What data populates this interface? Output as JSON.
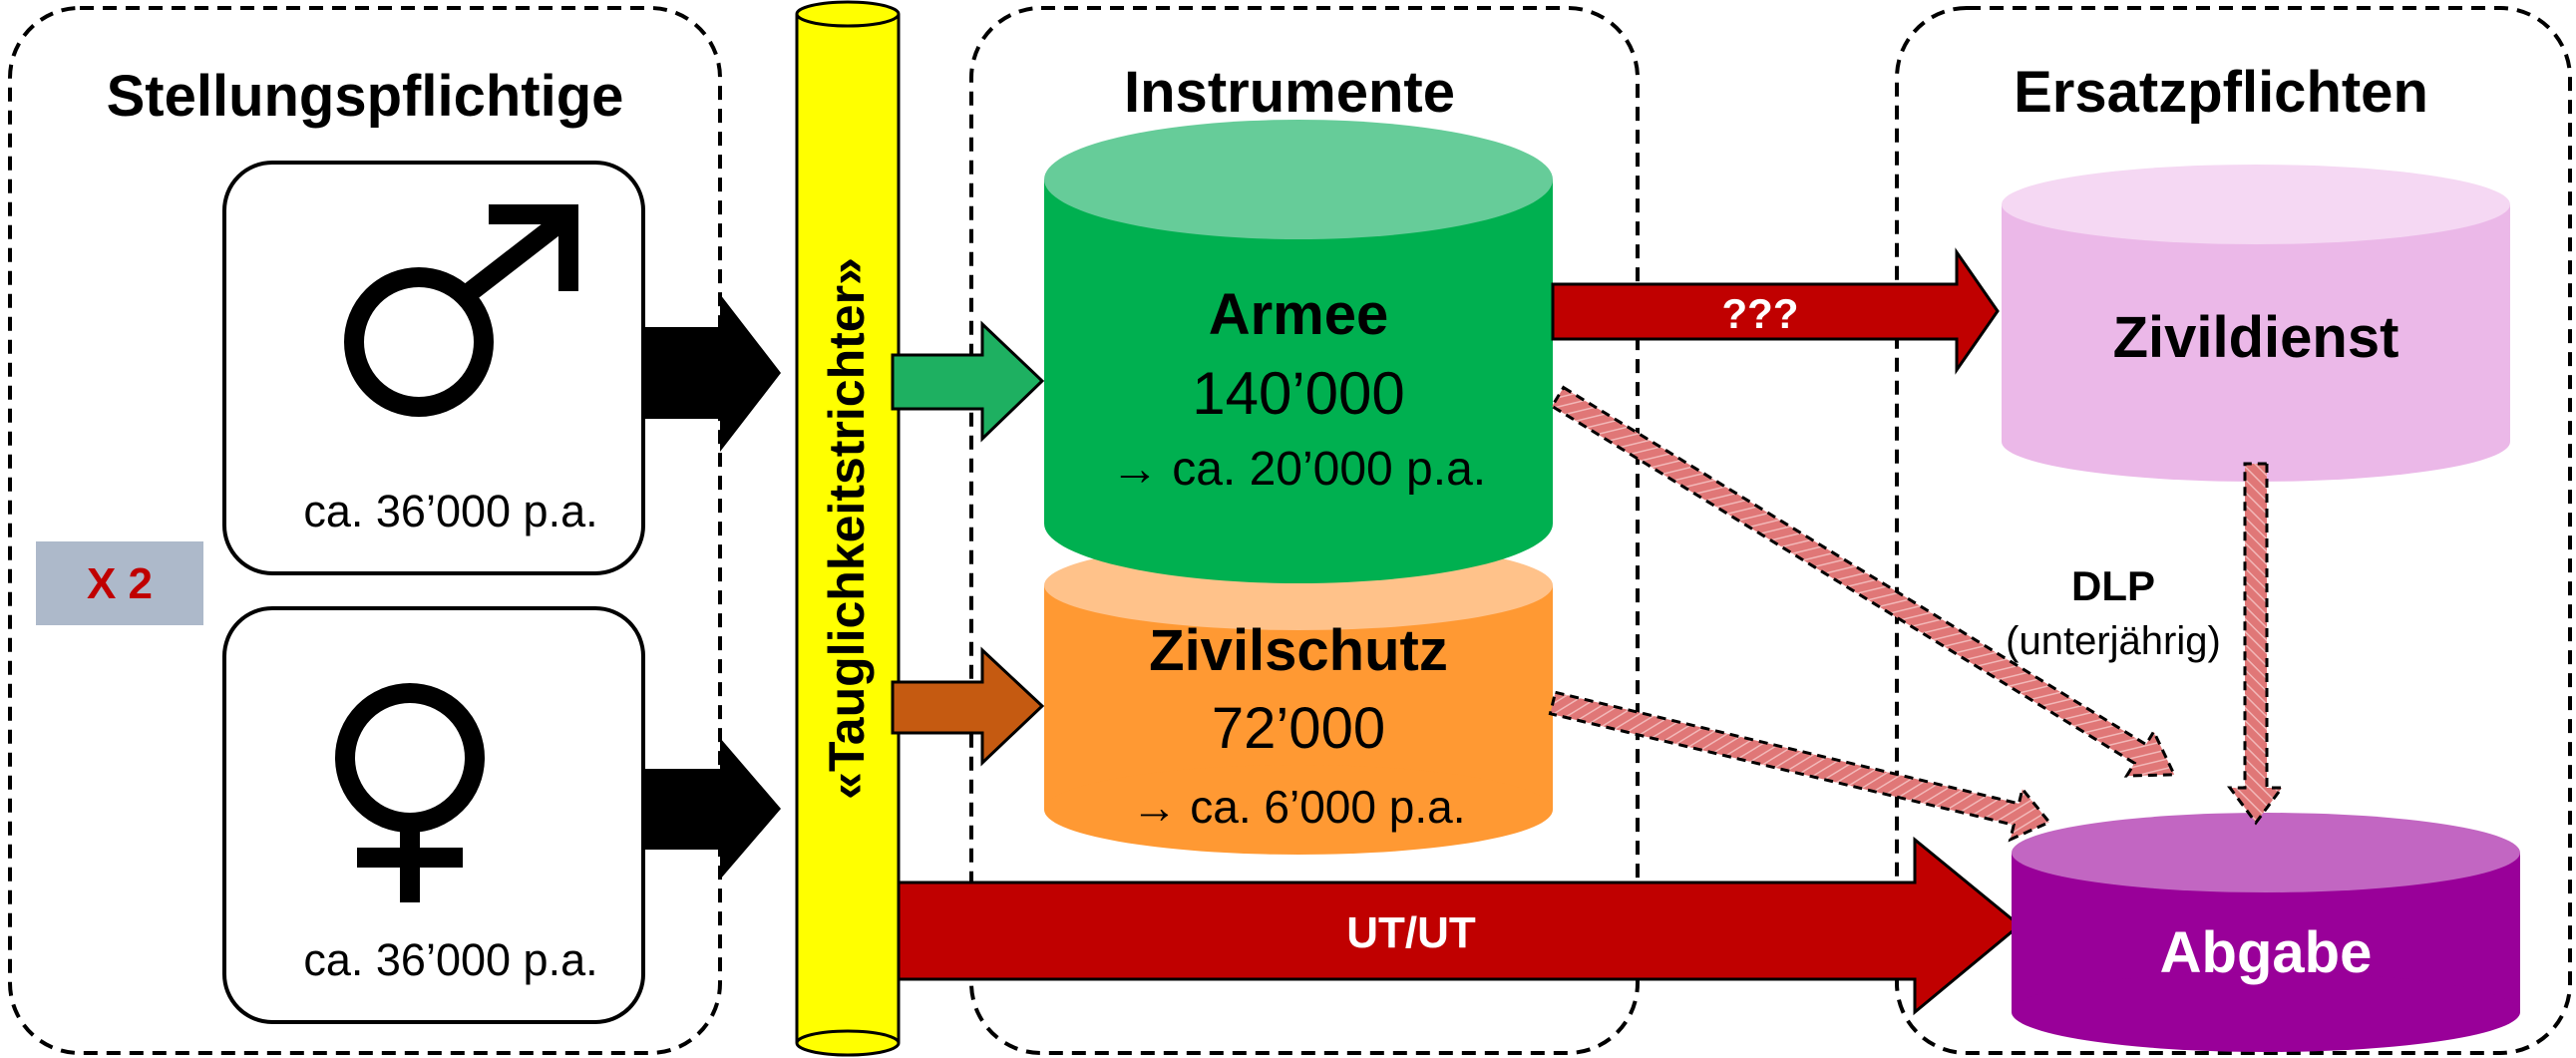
{
  "sections": {
    "left_title": "Stellungspflichtige",
    "middle_title": "Instrumente",
    "right_title": "Ersatzpflichten"
  },
  "persons": {
    "male_count": "ca. 36’000 p.a.",
    "female_count": "ca. 36’000 p.a.",
    "multiplier": "X 2"
  },
  "funnel": {
    "label": "«Tauglichkeitstrichter»"
  },
  "armee": {
    "name": "Armee",
    "total": "140’000",
    "per_year": "→ ca. 20’000 p.a."
  },
  "zivilschutz": {
    "name": "Zivilschutz",
    "total": "72’000",
    "per_year": "→ ca. 6’000 p.a."
  },
  "zivildienst": {
    "name": "Zivildienst"
  },
  "abgabe": {
    "name": "Abgabe"
  },
  "arrows": {
    "armee_to_zivildienst": "???",
    "funnel_to_abgabe": "UT/UT"
  },
  "dlp": {
    "label": "DLP",
    "note": "(unterjährig)"
  },
  "icons": [
    "male-symbol-icon",
    "female-symbol-icon"
  ],
  "colors": {
    "armee": "#00B050",
    "armee_top": "#66CC99",
    "zivilschutz": "#FF9933",
    "zivilschutz_top": "#FFC28A",
    "zivildienst": "#EBB8E8",
    "zivildienst_top": "#F5D8F3",
    "abgabe": "#990099",
    "abgabe_top": "#C266C2",
    "funnel": "#FFFF00",
    "dark_red": "#C00000",
    "dashed_arrow": "#E07777",
    "green_arrow": "#1EB061",
    "orange_arrow": "#C55A11",
    "multiplier_bg": "#ADB9CA",
    "multiplier_text": "#C00000"
  }
}
